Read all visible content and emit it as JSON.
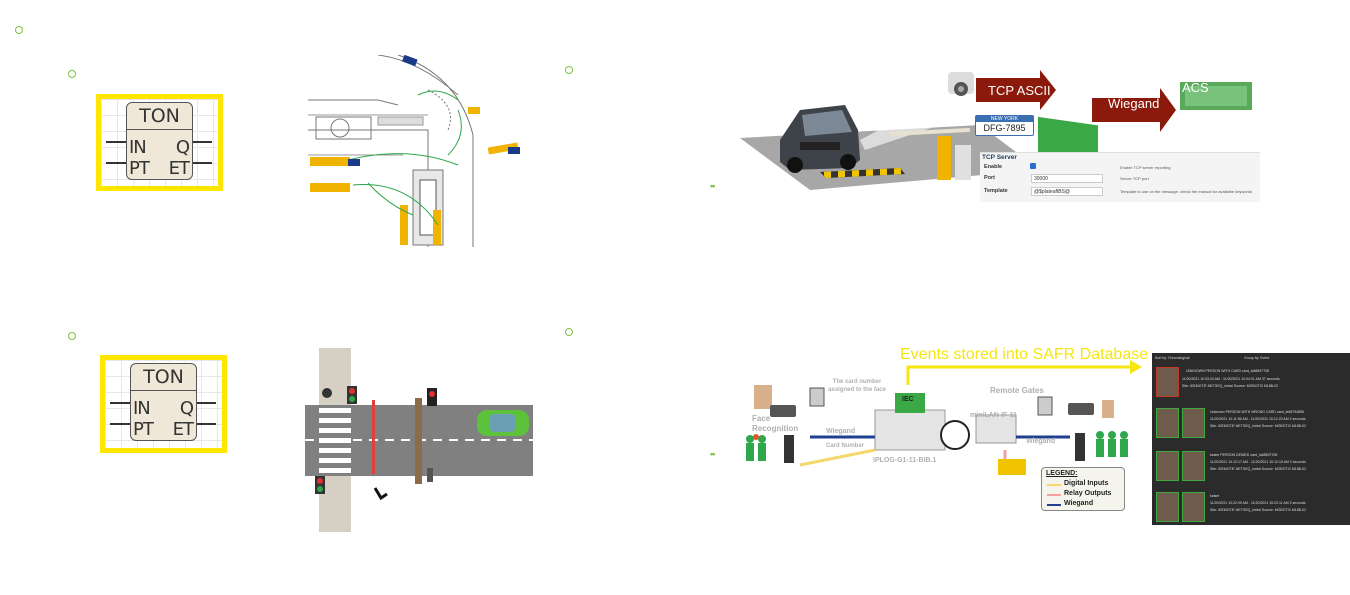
{
  "tcp_diagram": {
    "arrow_tcp": "TCP ASCII",
    "arrow_wiegand": "Wiegand",
    "controller_label": "ACS",
    "plate_top": "NEW YORK",
    "plate_number": "DFG-7895",
    "panel": {
      "title": "TCP Server",
      "enable_label": "Enable",
      "enable_desc": "Enable TCP server reporting",
      "port_label": "Port",
      "port_value": "30000",
      "port_desc": "Server TCP port",
      "template_label": "Template",
      "template_value": "@$plateaftBS@",
      "template_desc": "Template to use on the message, check the manual for available keywords"
    }
  },
  "safr_diagram": {
    "events_title": "Events stored into SAFR Database",
    "face_recognition": "Face Recognition",
    "card_number_face": "The card number assigned to the face",
    "wiegand": "Wiegand",
    "card_number": "Card Number",
    "iec": "IEC",
    "iplog_label": "IPLOG-G1-11-BIB.1",
    "remote_gates": "Remote Gates",
    "minilan": "miniLAN-IF-11",
    "wiegand_right": "Wiegand",
    "legend": {
      "title": "LEGEND:",
      "items": [
        "Digital Inputs",
        "Relay Outputs",
        "Wiegand"
      ],
      "colors": [
        "#f5d76e",
        "#f4a0a0",
        "#1f3f8f"
      ]
    },
    "events_panel": {
      "header_left": "Sort by: Chronological",
      "header_right": "Group by: Event",
      "rows": [
        {
          "title": "UNKNOWN PERSON WITH CARD card_id#8897708",
          "time": "11/20/2021 10:03:24 AM - 11/20/2021 10:04:01 AM   37 seconds",
          "site": "Site: IDEMOTIF-NETSEQ_metal   Source: MOBOTIX M16B-02"
        },
        {
          "title": "Unknown   PERSON WITH WRONG CARD card_id#8794858",
          "time": "11/20/2021 10:11:56 AM - 11/20/2021 10:12:23 AM   2 seconds",
          "site": "Site: IDEMOTIF-NETSEQ_metal   Source: MOBOTIX M16B-02"
        },
        {
          "title": "kaiser   PERSON DENIED card_id#8897708",
          "time": "11/20/2021 10:12:17 AM - 11/20/2021 10:12:19 AM   2 seconds",
          "site": "Site: IDEMOTIF-NETSEQ_metal   Source: MOBOTIX M16B-02"
        },
        {
          "title": "kaiser",
          "time": "11/20/2021 10:22:09 AM - 11/20/2021 10:22:11 AM   2 seconds",
          "site": "Site: IDEMOTIF-NETSEQ_metal   Source: MOBOTIX M16B-02"
        }
      ]
    }
  },
  "ton": {
    "title": "TON",
    "in": "IN",
    "q": "Q",
    "pt": "PT",
    "et": "ET"
  },
  "colors": {
    "accent_green": "#7dc242",
    "ton_yellow": "#ffe600",
    "arrow_red": "#8b1a0c",
    "events_yellow": "#f5e60f"
  }
}
